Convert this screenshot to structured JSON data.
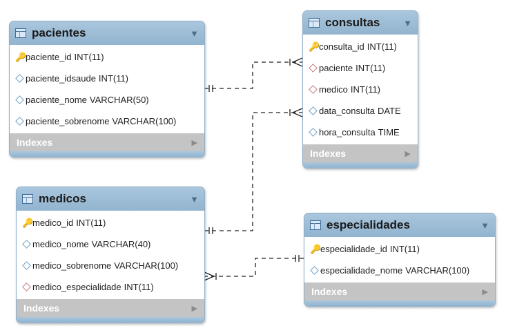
{
  "tables": [
    {
      "name": "pacientes",
      "columns": [
        {
          "name": "paciente_id",
          "type": "INT(11)",
          "kind": "pk"
        },
        {
          "name": "paciente_idsaude",
          "type": "INT(11)",
          "kind": "col"
        },
        {
          "name": "paciente_nome",
          "type": "VARCHAR(50)",
          "kind": "col"
        },
        {
          "name": "paciente_sobrenome",
          "type": "VARCHAR(100)",
          "kind": "col"
        }
      ],
      "indexes_label": "Indexes"
    },
    {
      "name": "consultas",
      "columns": [
        {
          "name": "consulta_id",
          "type": "INT(11)",
          "kind": "pk"
        },
        {
          "name": "paciente",
          "type": "INT(11)",
          "kind": "fk"
        },
        {
          "name": "medico",
          "type": "INT(11)",
          "kind": "fk"
        },
        {
          "name": "data_consulta",
          "type": "DATE",
          "kind": "col"
        },
        {
          "name": "hora_consulta",
          "type": "TIME",
          "kind": "col"
        }
      ],
      "indexes_label": "Indexes"
    },
    {
      "name": "medicos",
      "columns": [
        {
          "name": "medico_id",
          "type": "INT(11)",
          "kind": "pk"
        },
        {
          "name": "medico_nome",
          "type": "VARCHAR(40)",
          "kind": "col"
        },
        {
          "name": "medico_sobrenome",
          "type": "VARCHAR(100)",
          "kind": "col"
        },
        {
          "name": "medico_especialidade",
          "type": "INT(11)",
          "kind": "fk"
        }
      ],
      "indexes_label": "Indexes"
    },
    {
      "name": "especialidades",
      "columns": [
        {
          "name": "especialidade_id",
          "type": "INT(11)",
          "kind": "pk"
        },
        {
          "name": "especialidade_nome",
          "type": "VARCHAR(100)",
          "kind": "col"
        }
      ],
      "indexes_label": "Indexes"
    }
  ],
  "relationships": [
    {
      "from": "pacientes",
      "to": "consultas",
      "cardinality": "one-to-many"
    },
    {
      "from": "medicos",
      "to": "consultas",
      "cardinality": "one-to-many"
    },
    {
      "from": "especialidades",
      "to": "medicos",
      "cardinality": "one-to-many"
    }
  ],
  "colors": {
    "header": "#a9c6dd",
    "indexes_bar": "#c4c4c4",
    "key_icon": "#e8b820",
    "fk_diamond": "#c47c7c",
    "col_diamond": "#6fa0c0"
  }
}
